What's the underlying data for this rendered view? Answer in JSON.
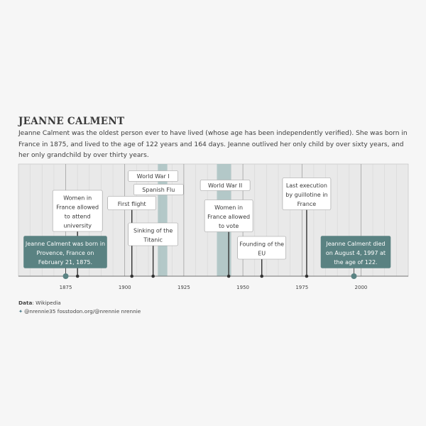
{
  "title": "JEANNE CALMENT",
  "subtitle": "Jeanne Calment was the oldest person ever to have lived (whose age has been independently verified). She was born in France in 1875, and lived to the age of 122 years and 164 days. Jeanne outlived her only child by over sixty years, and her only grandchild by over thirty years.",
  "caption": {
    "data_label": "Data",
    "data_value": ": Wikipedia",
    "social": "@nrennie35  fosstodon.org/@nrennie  nrennie"
  },
  "colors": {
    "background": "#f6f6f6",
    "panel": "#e9e9e9",
    "highlight": "#5a8282",
    "war_band": "#a9c2c2",
    "line": "#333333"
  },
  "chart_data": {
    "type": "timeline",
    "xlim": [
      1855,
      2020
    ],
    "x_ticks": [
      1875,
      1900,
      1925,
      1950,
      1975,
      2000
    ],
    "grid": true,
    "periods": [
      {
        "label": "World War I",
        "start": 1914,
        "end": 1918
      },
      {
        "label": "Spanish Flu",
        "start": 1918,
        "end": 1920
      },
      {
        "label": "World War II",
        "start": 1939,
        "end": 1945
      }
    ],
    "events": [
      {
        "year": 1875,
        "label": "Jeanne Calment was born in Provence, France on February 21, 1875.",
        "lines": [
          "Jeanne Calment was born in",
          "Provence, France on",
          "February 21, 1875."
        ],
        "highlight": true
      },
      {
        "year": 1880,
        "label": "Women in France allowed to attend university",
        "lines": [
          "Women in",
          "France allowed",
          "to attend",
          "university"
        ],
        "highlight": false
      },
      {
        "year": 1903,
        "label": "First flight",
        "lines": [
          "First flight"
        ],
        "highlight": false
      },
      {
        "year": 1912,
        "label": "Sinking of the Titanic",
        "lines": [
          "Sinking of the",
          "Titanic"
        ],
        "highlight": false
      },
      {
        "year": 1944,
        "label": "Women in France allowed to vote",
        "lines": [
          "Women in",
          "France allowed",
          "to vote"
        ],
        "highlight": false
      },
      {
        "year": 1958,
        "label": "Founding of the EU",
        "lines": [
          "Founding of the",
          "EU"
        ],
        "highlight": false
      },
      {
        "year": 1977,
        "label": "Last execution by guillotine in France",
        "lines": [
          "Last execution",
          "by guillotine in",
          "France"
        ],
        "highlight": false
      },
      {
        "year": 1997,
        "label": "Jeanne Calment died on August 4, 1997 at the age of 122.",
        "lines": [
          "Jeanne Calment died",
          "on August 4, 1997 at",
          "the age of 122."
        ],
        "highlight": true
      }
    ]
  }
}
